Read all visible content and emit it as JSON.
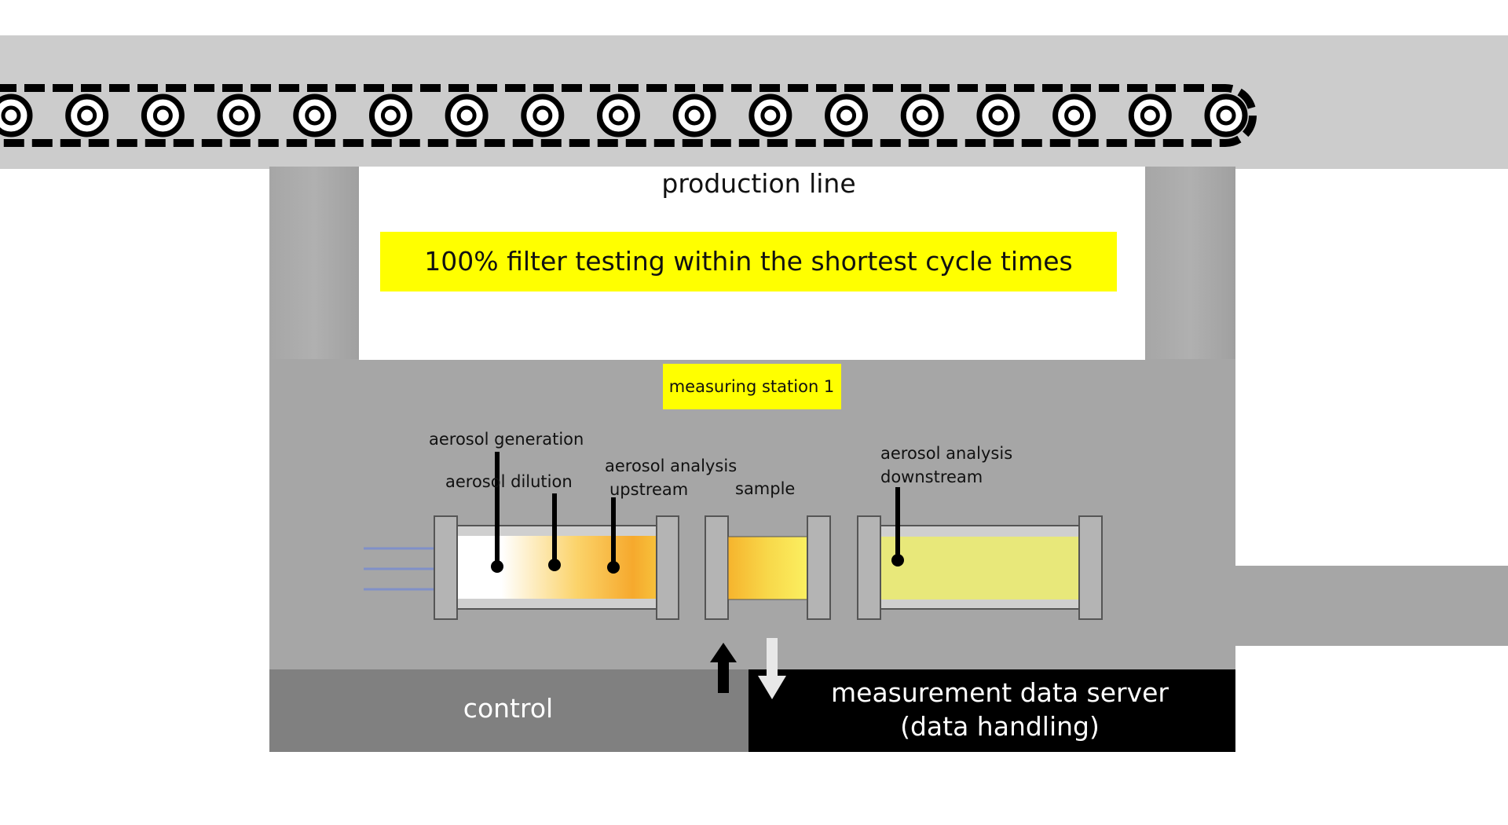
{
  "production_line": {
    "label": "production line",
    "banner": "100% filter testing within the shortest cycle times",
    "roller_count": 17
  },
  "station": {
    "label": "measuring station 1",
    "labels": {
      "aerosol_generation": "aerosol generation",
      "aerosol_dilution": "aerosol dilution",
      "aerosol_analysis_upstream_line1": "aerosol analysis",
      "aerosol_analysis_upstream_line2": "upstream",
      "sample": "sample",
      "aerosol_analysis_downstream_line1": "aerosol analysis",
      "aerosol_analysis_downstream_line2": "downstream"
    }
  },
  "control": {
    "label": "control"
  },
  "data_server": {
    "line1": "measurement data server",
    "line2": "(data handling)"
  },
  "colors": {
    "banner_yellow": "#ffff00",
    "conveyor_gray": "#cccccc",
    "frame_gray": "#a6a6a6",
    "control_gray": "#808080",
    "server_black": "#000000",
    "inflow_arrow_blue": "#8090c8",
    "aerosol_orange": "#f7b733",
    "downstream_yellow": "#e8e87a"
  }
}
